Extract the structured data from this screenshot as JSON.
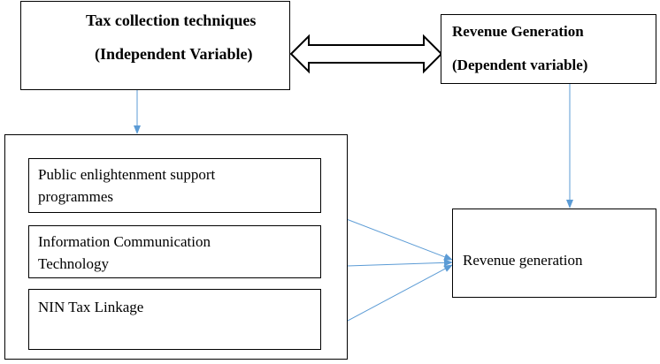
{
  "independent": {
    "title": "Tax collection techniques",
    "subtitle": "(Independent Variable)"
  },
  "dependent": {
    "title": "Revenue Generation",
    "subtitle": "(Dependent variable)"
  },
  "factors": [
    {
      "line1": "Public enlightenment support",
      "line2": "programmes"
    },
    {
      "line1": "Information Communication",
      "line2": "Technology"
    },
    {
      "line1": "NIN Tax Linkage",
      "line2": ""
    }
  ],
  "outcome": {
    "label": "Revenue generation"
  },
  "colors": {
    "arrow": "#5b9bd5",
    "border": "#000000"
  }
}
